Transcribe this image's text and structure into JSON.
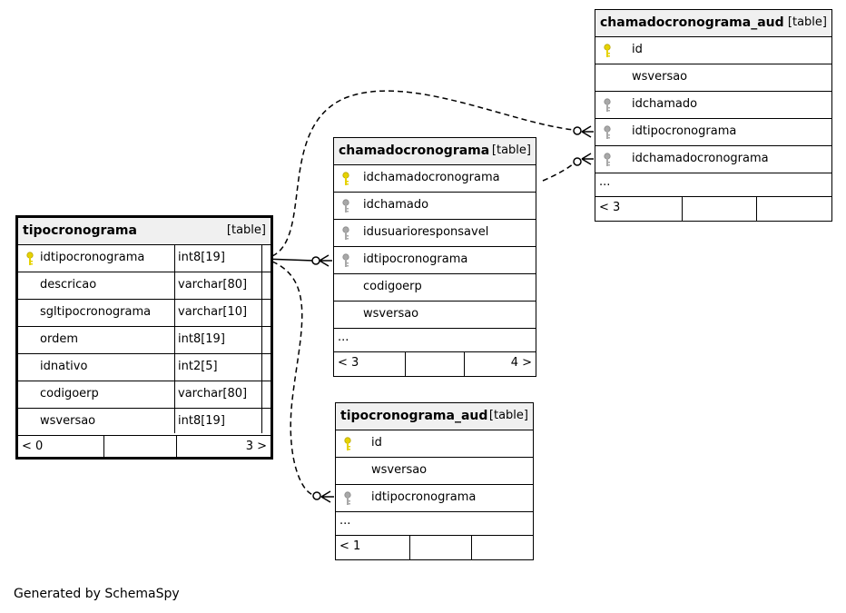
{
  "tables": {
    "tipocronograma": {
      "name": "tipocronograma",
      "type_label": "[table]",
      "columns": [
        {
          "name": "idtipocronograma",
          "type": "int8[19]",
          "key": "pk"
        },
        {
          "name": "descricao",
          "type": "varchar[80]",
          "key": "none"
        },
        {
          "name": "sgltipocronograma",
          "type": "varchar[10]",
          "key": "none"
        },
        {
          "name": "ordem",
          "type": "int8[19]",
          "key": "none"
        },
        {
          "name": "idnativo",
          "type": "int2[5]",
          "key": "none"
        },
        {
          "name": "codigoerp",
          "type": "varchar[80]",
          "key": "none"
        },
        {
          "name": "wsversao",
          "type": "int8[19]",
          "key": "none"
        }
      ],
      "footer_left": "< 0",
      "footer_right": "3 >"
    },
    "chamadocronograma": {
      "name": "chamadocronograma",
      "type_label": "[table]",
      "columns": [
        {
          "name": "idchamadocronograma",
          "key": "pk"
        },
        {
          "name": "idchamado",
          "key": "fk"
        },
        {
          "name": "idusuarioresponsavel",
          "key": "fk"
        },
        {
          "name": "idtipocronograma",
          "key": "fk"
        },
        {
          "name": "codigoerp",
          "key": "none"
        },
        {
          "name": "wsversao",
          "key": "none"
        }
      ],
      "ellipsis": "...",
      "footer_left": "< 3",
      "footer_right": "4 >"
    },
    "chamadocronograma_aud": {
      "name": "chamadocronograma_aud",
      "type_label": "[table]",
      "columns": [
        {
          "name": "id",
          "key": "pk"
        },
        {
          "name": "wsversao",
          "key": "none"
        },
        {
          "name": "idchamado",
          "key": "fk"
        },
        {
          "name": "idtipocronograma",
          "key": "fk"
        },
        {
          "name": "idchamadocronograma",
          "key": "fk"
        }
      ],
      "ellipsis": "...",
      "footer_left": "< 3",
      "footer_right": ""
    },
    "tipocronograma_aud": {
      "name": "tipocronograma_aud",
      "type_label": "[table]",
      "columns": [
        {
          "name": "id",
          "key": "pk"
        },
        {
          "name": "wsversao",
          "key": "none"
        },
        {
          "name": "idtipocronograma",
          "key": "fk"
        }
      ],
      "ellipsis": "...",
      "footer_left": "< 1",
      "footer_right": ""
    }
  },
  "relationships": [
    {
      "from": "tipocronograma.idtipocronograma",
      "to": "chamadocronograma.idtipocronograma",
      "style": "solid"
    },
    {
      "from": "tipocronograma.idtipocronograma",
      "to": "chamadocronograma_aud.idtipocronograma",
      "style": "dashed"
    },
    {
      "from": "tipocronograma.idtipocronograma",
      "to": "tipocronograma_aud.idtipocronograma",
      "style": "dashed"
    },
    {
      "from": "chamadocronograma.idchamadocronograma",
      "to": "chamadocronograma_aud.idchamadocronograma",
      "style": "dashed"
    }
  ],
  "colors": {
    "pk_key": "#e6d200",
    "fk_key": "#a8a8a8",
    "header_bg": "#f0f0f0"
  },
  "footer_text": "Generated by SchemaSpy"
}
